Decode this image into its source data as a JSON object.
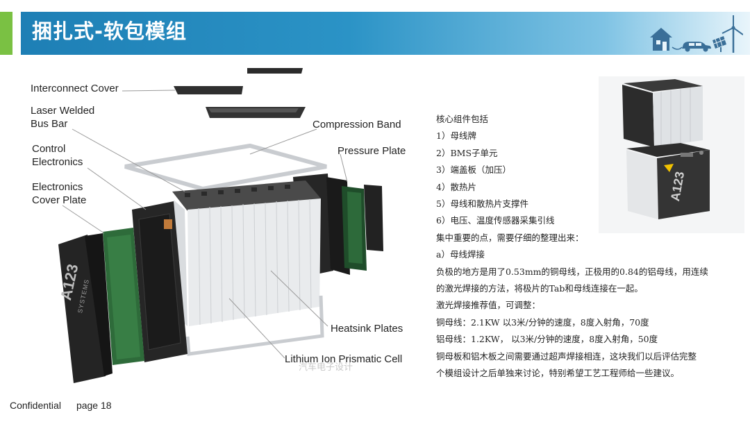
{
  "header": {
    "title": "捆扎式-软包模组",
    "accent_color": "#7ac143",
    "bar_color": "#1e7fb5",
    "icons": [
      "house-icon",
      "car-icon",
      "solar-panel-icon",
      "wind-turbine-icon"
    ]
  },
  "diagram": {
    "callouts": {
      "interconnect_cover": "Interconnect Cover",
      "laser_bus_bar_1": "Laser Welded",
      "laser_bus_bar_2": "Bus Bar",
      "control_electronics_1": "Control",
      "control_electronics_2": "Electronics",
      "electronics_cover_1": "Electronics",
      "electronics_cover_2": "Cover Plate",
      "compression_band": "Compression  Band",
      "pressure_plate": "Pressure Plate",
      "heatsink_plates": "Heatsink Plates",
      "prismatic_cell": "Lithium Ion Prismatic Cell"
    },
    "logo_text": "A123",
    "logo_sub": "SYSTEMS"
  },
  "photo": {
    "logo_text": "A123"
  },
  "core_text": {
    "lines": [
      "核心组件包括",
      "1）母线牌",
      "2）BMS子单元",
      "3）端盖板（加压）",
      "4）散热片",
      "5）母线和散热片支撑件",
      "6）电压、温度传感器采集引线",
      "集中重要的点，需要仔细的整理出来：",
      "a）母线焊接",
      "负极的地方是用了0.53mm的铜母线，正极用的0.84的铝母线，用连续",
      "的激光焊接的方法，将极片的Tab和母线连接在一起。",
      "激光焊接推荐值，可调整：",
      "铜母线：2.1KW 以3米/分钟的速度，8度入射角，70度",
      "铝母线：1.2KW， 以3米/分钟的速度，8度入射角，50度",
      "铜母板和铝木板之间需要通过超声焊接相连，这块我们以后评估完整",
      "个模组设计之后单独来讨论，特别希望工艺工程师给一些建议。"
    ]
  },
  "watermark": "汽车电子设计",
  "footer": {
    "confidential": "Confidential",
    "page": "page 18"
  }
}
